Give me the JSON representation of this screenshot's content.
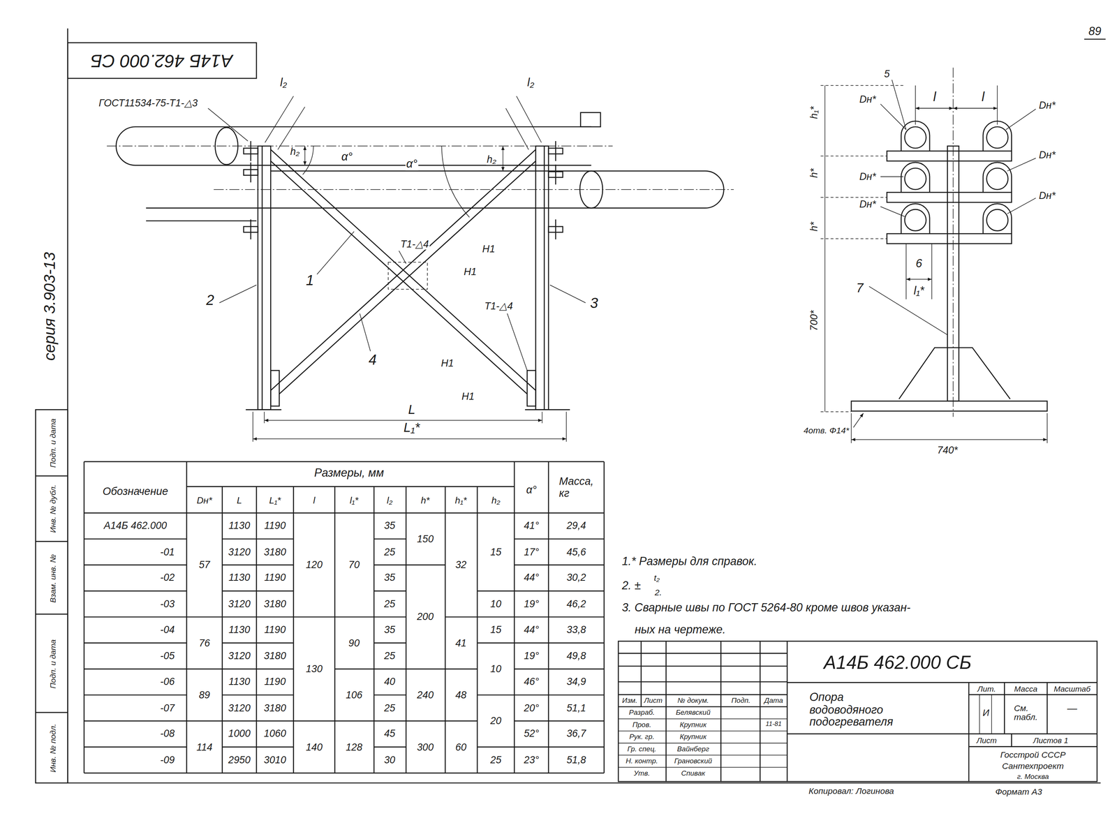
{
  "diagram": {
    "labels": [
      "А14Б 462.000 СБ",
      "89",
      "серия 3.903-13",
      "Подп. и дата",
      "Инв. № дубл.",
      "Взам. инв. №",
      "Подп. и дата",
      "Инв. № подл.",
      "ГОСТ11534-75-Т1-△3",
      "l₂",
      "l₂",
      "h₂",
      "h₂",
      "α°",
      "α°",
      "Т1-△4",
      "Н1",
      "Н1",
      "1",
      "2",
      "3",
      "Т1-△4",
      "4",
      "Н1",
      "Н1",
      "L",
      "L₁*",
      "5",
      "Dн*",
      "l",
      "l",
      "Dн*",
      "h₁*",
      "Dн*",
      "h*",
      "Dн*",
      "Dн*",
      "Dн*",
      "h*",
      "6",
      "l₁*",
      "7",
      "700*",
      "4отв. Ф14*",
      "740*",
      "Обозначение",
      "Размеры, мм",
      "α°",
      "Масса, кг",
      "Dн*",
      "L",
      "L₁*",
      "l",
      "l₁*",
      "l₂",
      "h*",
      "h₁*",
      "h₂",
      "1.* Размеры для справок.",
      "2. ±",
      "t₂",
      "2.",
      "3. Сварные швы по ГОСТ 5264-80 кроме швов указан-",
      "ных на чертеже.",
      "Изм.",
      "Лист",
      "№ докум.",
      "Подп.",
      "Дата",
      "Разраб.",
      "Белявский",
      "Пров.",
      "Крупник",
      "Рук. гр.",
      "Крупник",
      "Гр. спец.",
      "Вайнберг",
      "Н. контр.",
      "Грановский",
      "Утв.",
      "Спивак",
      "11-81",
      "А14Б 462.000 СБ",
      "Опора водоводяного подогревателя",
      "Лит.",
      "Масса",
      "Масштаб",
      "И",
      "См. табл.",
      "—",
      "Лист",
      "Листов 1",
      "Госстрой СССР",
      "Сантехпроект",
      "г. Москва",
      "Копировал: Логинова",
      "Формат А3",
      "А14Б 462.000",
      "-01",
      "-02",
      "-03",
      "-04",
      "-05",
      "-06",
      "-07",
      "-08",
      "-09",
      "57",
      "76",
      "89",
      "114",
      "1130",
      "3120",
      "1130",
      "3120",
      "1130",
      "3120",
      "1130",
      "3120",
      "1000",
      "2950",
      "1190",
      "3180",
      "1190",
      "3180",
      "1190",
      "3180",
      "1190",
      "3180",
      "1060",
      "3010",
      "120",
      "130",
      "140",
      "70",
      "90",
      "106",
      "128",
      "35",
      "25",
      "35",
      "25",
      "35",
      "25",
      "40",
      "25",
      "45",
      "30",
      "150",
      "200",
      "240",
      "300",
      "32",
      "41",
      "48",
      "60",
      "15",
      "10",
      "15",
      "10",
      "20",
      "25",
      "41°",
      "17°",
      "44°",
      "19°",
      "44°",
      "19°",
      "46°",
      "20°",
      "52°",
      "23°",
      "29,4",
      "45,6",
      "30,2",
      "46,2",
      "33,8",
      "49,8",
      "34,9",
      "51,1",
      "36,7",
      "51,8"
    ]
  }
}
